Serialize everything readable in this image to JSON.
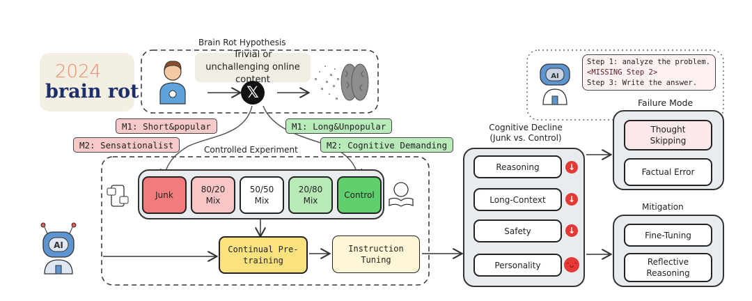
{
  "logo": {
    "year": "2024",
    "title": "brain rot"
  },
  "hypothesis": {
    "title": "Brain Rot Hypothesis",
    "content_label": "Trivial or unchallenging online content",
    "platform_icon": "x-logo-icon"
  },
  "metrics": {
    "junk": [
      {
        "label": "M1: Short&popular"
      },
      {
        "label": "M2: Sensationalist"
      }
    ],
    "control": [
      {
        "label": "M1: Long&Unpopular"
      },
      {
        "label": "M2: Cognitive Demanding"
      }
    ]
  },
  "experiment": {
    "title": "Controlled Experiment",
    "mixes": [
      {
        "label": "Junk",
        "color": "#f47b7b"
      },
      {
        "label": "80/20 Mix",
        "color": "#f9c6c6"
      },
      {
        "label": "50/50 Mix",
        "color": "#ffffff"
      },
      {
        "label": "20/80 Mix",
        "color": "#b8eab7"
      },
      {
        "label": "Control",
        "color": "#5fce6c"
      }
    ],
    "pretraining": "Continual Pre-training",
    "instruction": "Instruction Tuning"
  },
  "decline": {
    "title_line1": "Cognitive Decline",
    "title_line2": "(Junk vs. Control)",
    "items": [
      {
        "label": "Reasoning",
        "icon": "down-arrow-icon"
      },
      {
        "label": "Long-Context",
        "icon": "down-arrow-icon"
      },
      {
        "label": "Safety",
        "icon": "down-arrow-icon"
      },
      {
        "label": "Personality",
        "icon": "devil-face-icon"
      }
    ]
  },
  "failure": {
    "title": "Failure Mode",
    "speech": [
      "Step 1: analyze the problem.",
      "<MISSING Step 2>",
      "Step 3: Write the answer."
    ],
    "items": [
      "Thought Skipping",
      "Factual Error"
    ]
  },
  "mitigation": {
    "title": "Mitigation",
    "items": [
      "Fine-Tuning",
      "Reflective Reasoning"
    ]
  },
  "colors": {
    "red_tag": "#f8c9c9",
    "green_tag": "#b9eab9",
    "pretraining": "#fbe27e",
    "instruction": "#fdf6d6",
    "panel": "#e9ecef",
    "alert_red": "#e53935"
  }
}
